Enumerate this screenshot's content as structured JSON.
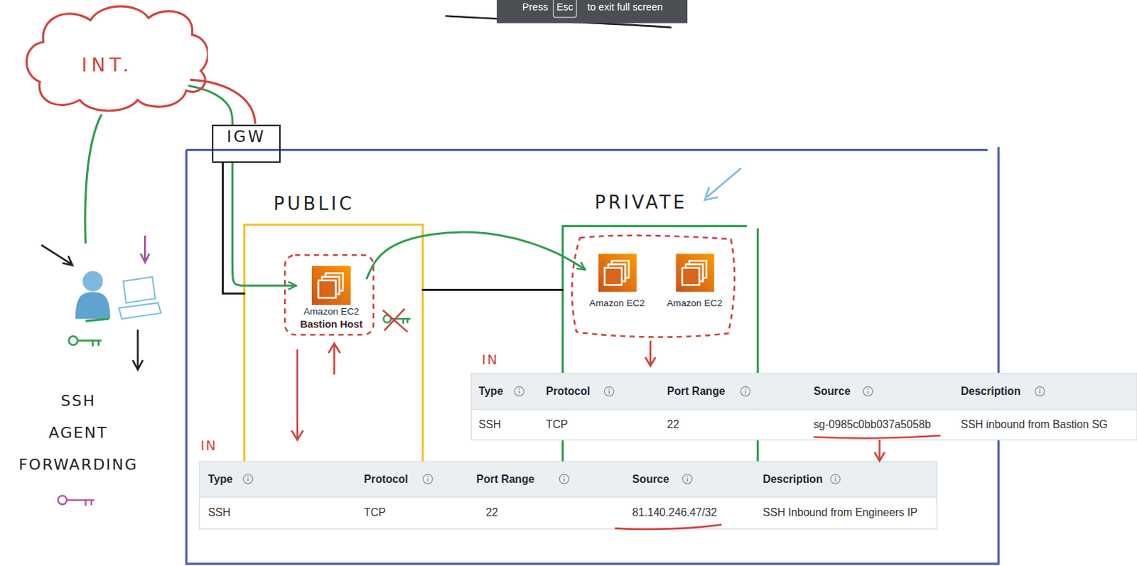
{
  "diagram": {
    "nodes": [
      {
        "text": [
          "INT."
        ]
      },
      {
        "text": [
          "IGW"
        ]
      },
      {
        "text": [
          "PUBLIC"
        ]
      },
      {
        "text": [
          "Amazon EC2",
          "Bastion Host"
        ],
        "in": 2
      },
      {
        "text": [
          "PRIVATE"
        ]
      },
      {
        "text": [
          "Amazon EC2"
        ],
        "in": 4
      },
      {
        "text": [
          "Amazon EC2"
        ],
        "in": 4
      }
    ],
    "edges": [
      {
        "from": 0,
        "to": 1,
        "arrow": "none"
      },
      {
        "from": 1,
        "to": 3,
        "arrow": "to"
      },
      {
        "from": 3,
        "to": 5,
        "arrow": "to"
      },
      {
        "from": 2,
        "to": 4,
        "arrow": "none"
      },
      {
        "from": 1,
        "to": 2,
        "arrow": "none"
      }
    ],
    "labels": [
      "Press",
      "Esc",
      "to exit full screen",
      "IN",
      "Type",
      "Protocol",
      "Port Range",
      "Source",
      "Description",
      "SSH",
      "TCP",
      "22",
      "sg-0985c0bb037a5058b",
      "SSH inbound from Bastion SG",
      "IN",
      "Type",
      "Protocol",
      "Port Range",
      "Source",
      "Description",
      "SSH",
      "TCP",
      "22",
      "81.140.246.47/32",
      "SSH Inbound from Engineers IP",
      "SSH AGENT FORWARDING"
    ]
  }
}
